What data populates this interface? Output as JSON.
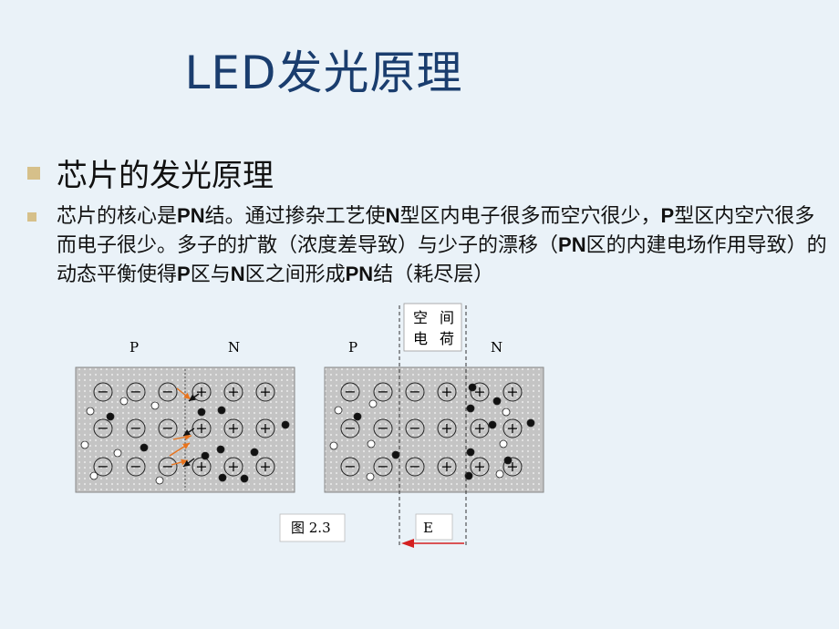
{
  "slide": {
    "title": "LED发光原理",
    "heading": "芯片的发光原理",
    "paragraph": [
      {
        "t": "芯片的核心是",
        "b": false
      },
      {
        "t": "PN",
        "b": true
      },
      {
        "t": "结。通过掺杂工艺使",
        "b": false
      },
      {
        "t": "N",
        "b": true
      },
      {
        "t": "型区内电子很多而空穴很少，",
        "b": false
      },
      {
        "t": "P",
        "b": true
      },
      {
        "t": "型区内空穴很多而电子很少。多子的扩散（浓度差导致）与少子的漂移（",
        "b": false
      },
      {
        "t": "PN",
        "b": true
      },
      {
        "t": "区的内建电场作用导致）的动态平衡使得",
        "b": false
      },
      {
        "t": "P",
        "b": true
      },
      {
        "t": "区与",
        "b": false
      },
      {
        "t": "N",
        "b": true
      },
      {
        "t": "区之间形成",
        "b": false
      },
      {
        "t": "PN",
        "b": true
      },
      {
        "t": "结（耗尽层）",
        "b": false
      }
    ]
  },
  "diagram": {
    "left_p_label": "P",
    "left_n_label": "N",
    "right_p_label": "P",
    "right_n_label": "N",
    "space_charge_label_1": "空",
    "space_charge_label_2": "间",
    "space_charge_label_3": "电",
    "space_charge_label_4": "荷",
    "figure_caption": "图 2.3",
    "field_label": "E",
    "minus_symbol": "−",
    "plus_symbol": "+"
  },
  "colors": {
    "title": "#1a3d6e",
    "bullet": "#d6c08a",
    "panel": "#c8c8c8",
    "arrow_orange": "#e8731c",
    "field_arrow": "#d42020"
  }
}
